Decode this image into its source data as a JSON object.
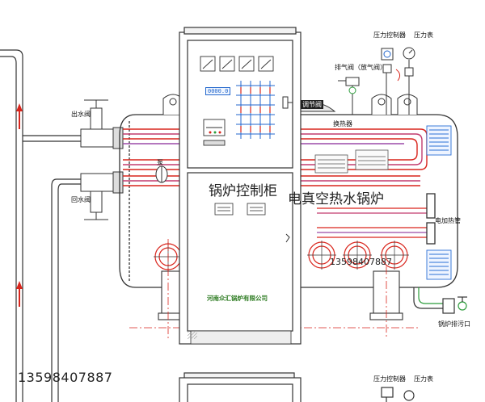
{
  "labels": {
    "outlet_valve": "出水阀",
    "return_valve": "回水阀",
    "pressure_controller": "压力控制器",
    "pressure_gauge": "压力表",
    "exhaust_valve": "排气阀（放气阀）",
    "heat_exchanger": "换热器",
    "electric_heater": "电加热管",
    "cabinet_title": "锅炉控制柜",
    "boiler_title": "电真空热水锅炉",
    "drain_outlet": "锅炉排污口",
    "pump": "泵",
    "company_name": "河南众汇锅炉有限公司",
    "lcd_text": "0000.0",
    "tag": "调节阀",
    "phone_center": "13598407887",
    "phone_bottom": "13598407887",
    "pressure_controller_2": "压力控制器",
    "pressure_gauge_2": "压力表"
  },
  "colors": {
    "line": "#3a3a3a",
    "pipe_red": "#d9251c",
    "pipe_blue": "#2b6fd6",
    "grid_blue": "#2266cc",
    "company_green": "#2b7a1f"
  }
}
